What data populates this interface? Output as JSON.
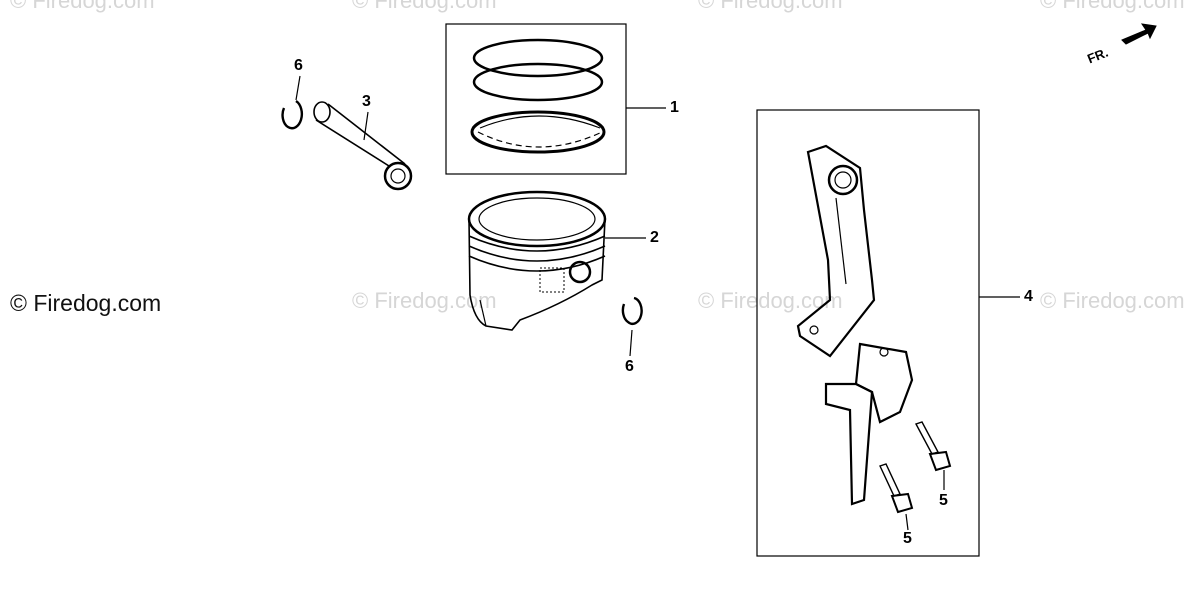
{
  "watermarks": {
    "primary": "© Firedog.com",
    "faint": "© Firedog.com"
  },
  "orientation": {
    "label": "FR.",
    "icon": "arrow-icon"
  },
  "callouts": {
    "piston_rings": "1",
    "piston": "2",
    "piston_pin": "3",
    "connecting_rod": "4",
    "bolt_a": "5",
    "bolt_b": "5",
    "clip_top": "6",
    "clip_right": "6"
  }
}
